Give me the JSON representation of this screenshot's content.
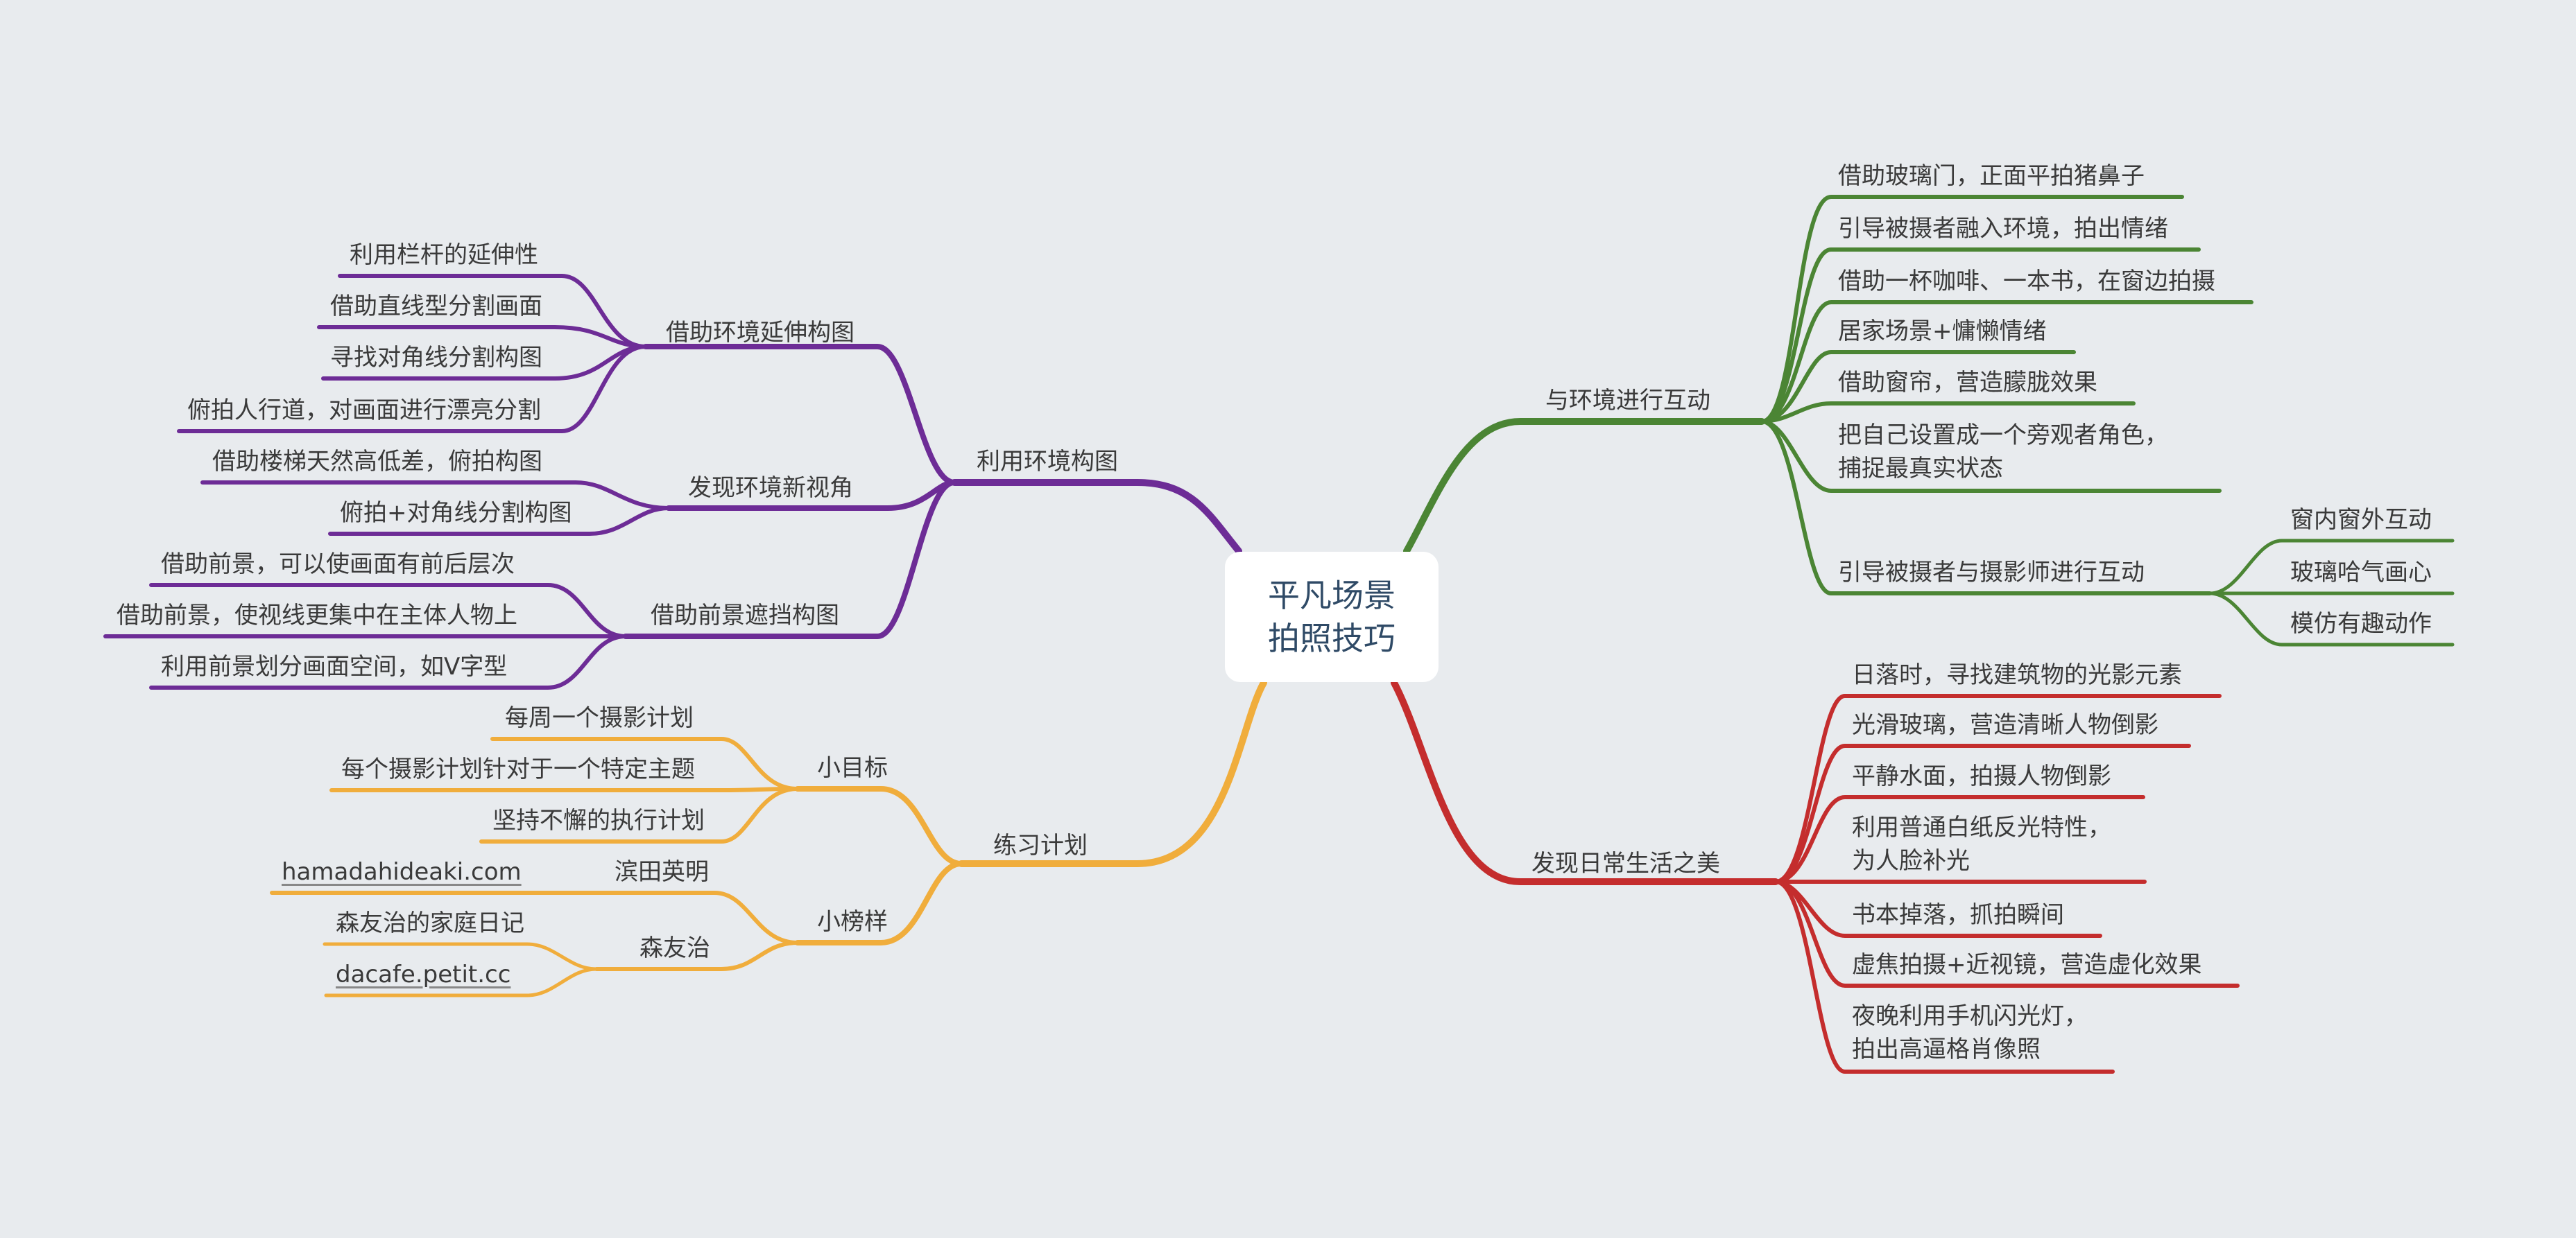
{
  "center": {
    "line1": "平凡场景",
    "line2": "拍照技巧"
  },
  "colors": {
    "purple": "#6d2c96",
    "green": "#4b8534",
    "orange": "#f0ad3c",
    "red": "#c42d2d",
    "background": "#e8ebee"
  },
  "branches": {
    "env_composition": {
      "label": "利用环境构图",
      "children": {
        "extend": {
          "label": "借助环境延伸构图",
          "items": [
            "利用栏杆的延伸性",
            "借助直线型分割画面",
            "寻找对角线分割构图",
            "俯拍人行道，对画面进行漂亮分割"
          ]
        },
        "angle": {
          "label": "发现环境新视角",
          "items": [
            "借助楼梯天然高低差，俯拍构图",
            "俯拍+对角线分割构图"
          ]
        },
        "foreground": {
          "label": "借助前景遮挡构图",
          "items": [
            "借助前景，可以使画面有前后层次",
            "借助前景，使视线更集中在主体人物上",
            "利用前景划分画面空间，如V字型"
          ]
        }
      }
    },
    "practice": {
      "label": "练习计划",
      "children": {
        "goals": {
          "label": "小目标",
          "items": [
            "每周一个摄影计划",
            "每个摄影计划针对于一个特定主题",
            "坚持不懈的执行计划"
          ]
        },
        "models": {
          "label": "小榜样",
          "people": [
            {
              "label": "滨田英明",
              "items": [
                "hamadahideaki.com"
              ]
            },
            {
              "label": "森友治",
              "items": [
                "森友治的家庭日记",
                "dacafe.petit.cc"
              ]
            }
          ]
        }
      }
    },
    "interact": {
      "label": "与环境进行互动",
      "items": [
        "借助玻璃门，正面平拍猪鼻子",
        "引导被摄者融入环境，拍出情绪",
        "借助一杯咖啡、一本书，在窗边拍摄",
        "居家场景+慵懒情绪",
        "借助窗帘，营造朦胧效果",
        "把自己设置成一个旁观者角色，\n捕捉最真实状态"
      ],
      "photographer": {
        "label": "引导被摄者与摄影师进行互动",
        "items": [
          "窗内窗外互动",
          "玻璃哈气画心",
          "模仿有趣动作"
        ]
      }
    },
    "daily": {
      "label": "发现日常生活之美",
      "items": [
        "日落时，寻找建筑物的光影元素",
        "光滑玻璃，营造清晰人物倒影",
        "平静水面，拍摄人物倒影",
        "利用普通白纸反光特性，\n为人脸补光",
        "书本掉落，抓拍瞬间",
        "虚焦拍摄+近视镜，营造虚化效果",
        "夜晚利用手机闪光灯，\n拍出高逼格肖像照"
      ]
    }
  }
}
